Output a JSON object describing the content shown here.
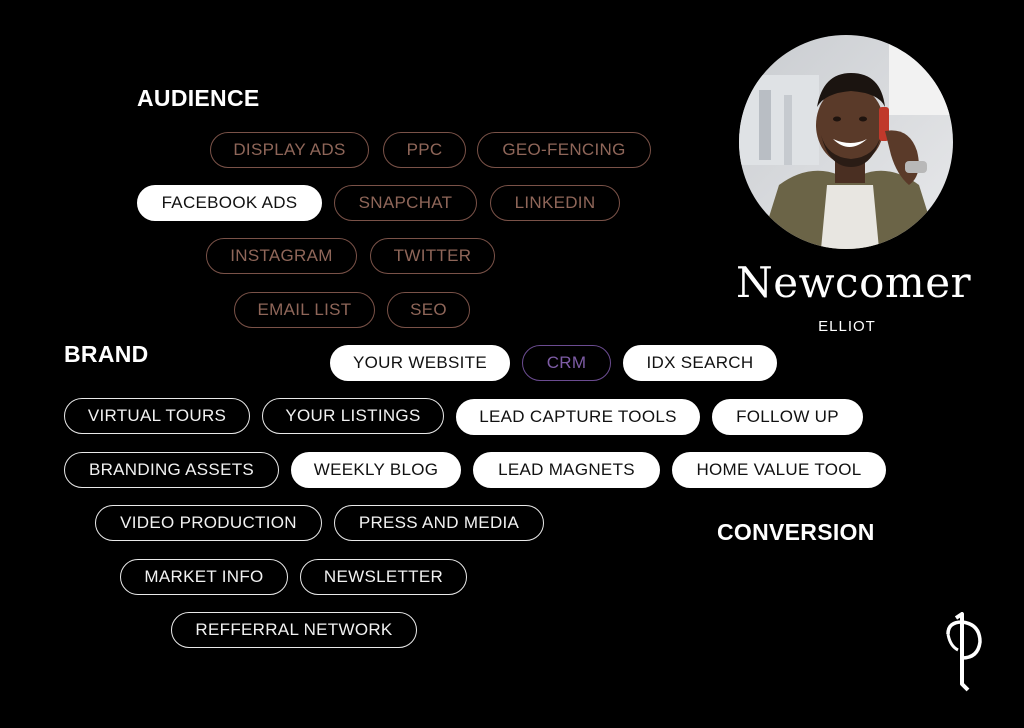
{
  "sections": {
    "audience": "AUDIENCE",
    "brand": "BRAND",
    "conversion": "CONVERSION"
  },
  "profile": {
    "name": "Newcomer",
    "subtitle": "ELLIOT"
  },
  "audience_pills": [
    "DISPLAY ADS",
    "PPC",
    "GEO-FENCING",
    "FACEBOOK ADS",
    "SNAPCHAT",
    "LINKEDIN",
    "INSTAGRAM",
    "TWITTER",
    "EMAIL LIST",
    "SEO"
  ],
  "conversion_pills": [
    "YOUR WEBSITE",
    "CRM",
    "IDX SEARCH",
    "LEAD CAPTURE TOOLS",
    "FOLLOW UP",
    "WEEKLY BLOG",
    "LEAD MAGNETS",
    "HOME VALUE TOOL"
  ],
  "brand_pills": [
    "VIRTUAL TOURS",
    "YOUR LISTINGS",
    "BRANDING ASSETS",
    "VIDEO PRODUCTION",
    "PRESS AND MEDIA",
    "MARKET INFO",
    "NEWSLETTER",
    "REFFERRAL NETWORK"
  ],
  "colors": {
    "background": "#000000",
    "audience_accent": "#8f6659",
    "crm_accent": "#7e5ca6",
    "text": "#ffffff"
  },
  "icons": {
    "logo": "brand-monogram-icon",
    "photo": "person-on-phone-photo"
  }
}
